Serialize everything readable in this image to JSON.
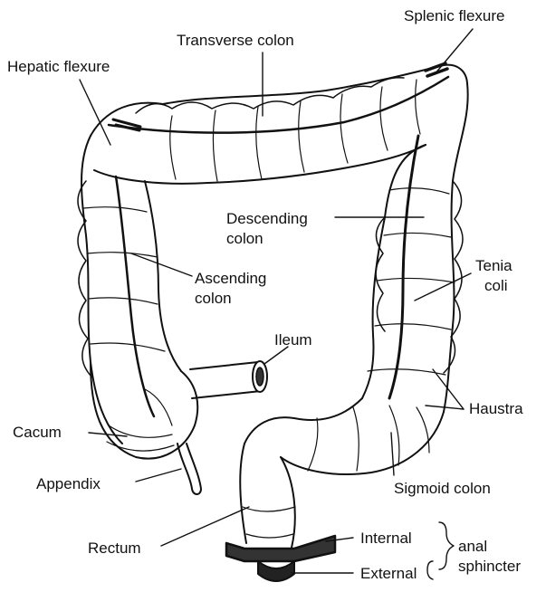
{
  "labels": {
    "transverse_colon": "Transverse colon",
    "splenic_flexure": "Splenic flexure",
    "hepatic_flexure": "Hepatic flexure",
    "descending_colon_1": "Descending",
    "descending_colon_2": "colon",
    "ascending_colon_1": "Ascending",
    "ascending_colon_2": "colon",
    "tenia_coli_1": "Tenia",
    "tenia_coli_2": "coli",
    "ileum": "Ileum",
    "haustra": "Haustra",
    "cacum": "Cacum",
    "appendix": "Appendix",
    "sigmoid_colon": "Sigmoid colon",
    "rectum": "Rectum",
    "internal": "Internal",
    "external": "External",
    "anal": "anal",
    "sphincter": "sphincter"
  },
  "colors": {
    "ink": "#111111",
    "tissue": "#ffffff"
  }
}
